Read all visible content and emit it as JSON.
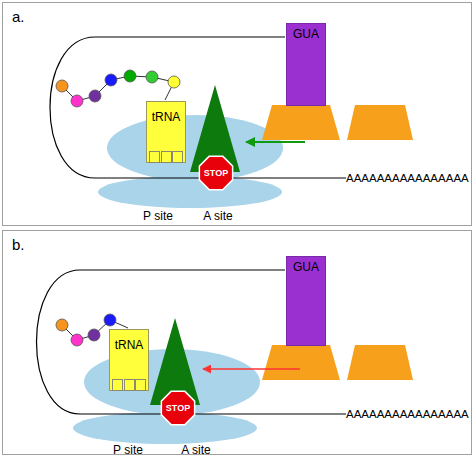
{
  "diagram": {
    "nodes": [
      {
        "text": [
          "a."
        ]
      },
      {
        "text": [
          "GUA"
        ],
        "in": 0
      },
      {
        "text": [
          "tRNA"
        ],
        "in": 0
      },
      {
        "text": [
          "STOP"
        ],
        "in": 0
      },
      {
        "text": [
          "b."
        ]
      },
      {
        "text": [
          "GUA"
        ],
        "in": 4
      },
      {
        "text": [
          "tRNA"
        ],
        "in": 4
      },
      {
        "text": [
          "STOP"
        ],
        "in": 4
      }
    ],
    "labels": [
      "P site",
      "A site",
      "AAAAAAAAAAAAAAAA",
      "P site",
      "A site",
      "AAAAAAAAAAAAAAAA"
    ]
  }
}
